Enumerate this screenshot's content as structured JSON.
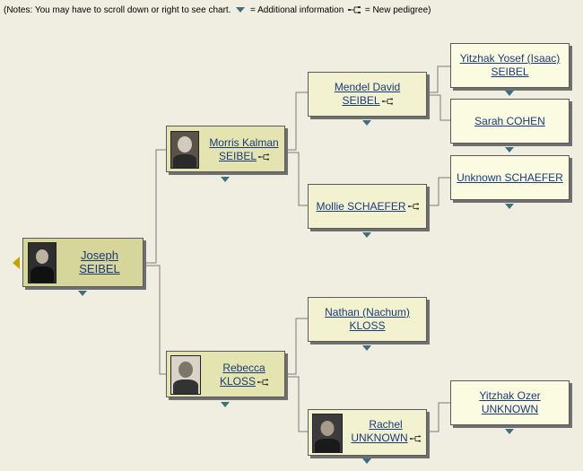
{
  "notes": {
    "prefix": "(Notes: You may have to scroll down or right to see chart.",
    "additional_info": "= Additional information",
    "new_pedigree": "= New pedigree)"
  },
  "people": {
    "joseph": {
      "first": "Joseph",
      "last": "SEIBEL"
    },
    "morris": {
      "first": "Morris Kalman",
      "last": "SEIBEL"
    },
    "rebecca": {
      "first": "Rebecca",
      "last": "KLOSS"
    },
    "mendel": {
      "first": "Mendel David",
      "last": "SEIBEL"
    },
    "mollie": {
      "full": "Mollie SCHAEFER"
    },
    "nathan": {
      "first": "Nathan (Nachum)",
      "last": "KLOSS"
    },
    "rachel": {
      "first": "Rachel",
      "last": "UNKNOWN"
    },
    "yitzhak_yosef": {
      "first": "Yitzhak Yosef (Isaac)",
      "last": "SEIBEL"
    },
    "sarah": {
      "full": "Sarah COHEN"
    },
    "unknown_schaefer": {
      "full": "Unknown SCHAEFER"
    },
    "yitzhak_ozer": {
      "first": "Yitzhak Ozer",
      "last": "UNKNOWN"
    }
  },
  "icons": {
    "additional_info": "down-triangle-icon",
    "new_pedigree": "pedigree-branch-icon",
    "back": "left-arrow-icon"
  },
  "colors": {
    "link": "#1a3a7a",
    "drop_arrow": "#3f6f7b",
    "back_arrow": "#c9a200"
  }
}
